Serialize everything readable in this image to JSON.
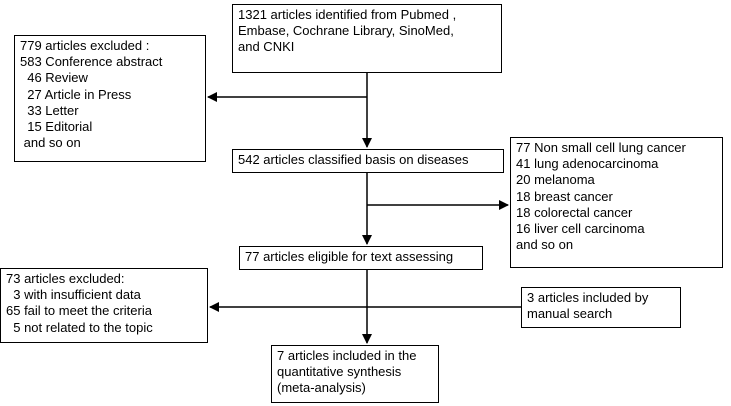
{
  "flowchart": {
    "identified": {
      "lines": [
        "1321 articles identified from Pubmed ,",
        "Embase, Cochrane Library, SinoMed,",
        "and CNKI"
      ]
    },
    "excluded_first": {
      "lines": [
        "779 articles excluded :",
        "583 Conference abstract",
        "  46 Review",
        "  27 Article in Press",
        "  33 Letter",
        "  15 Editorial",
        " and so on"
      ]
    },
    "classified": {
      "lines": [
        "542 articles classified basis on diseases"
      ]
    },
    "diseases": {
      "lines": [
        "77 Non small cell lung cancer",
        "41 lung adenocarcinoma",
        "20 melanoma",
        "18 breast cancer",
        "18 colorectal cancer",
        "16 liver cell carcinoma",
        "and so on"
      ]
    },
    "eligible": {
      "lines": [
        "77 articles eligible for text assessing"
      ]
    },
    "excluded_second": {
      "lines": [
        "73 articles excluded:",
        "  3 with insufficient data",
        "65 fail to meet the criteria",
        "  5 not related to the topic"
      ]
    },
    "manual_search": {
      "lines": [
        "3 articles included by",
        "manual search"
      ]
    },
    "included": {
      "lines": [
        "7 articles included in the",
        "quantitative synthesis",
        "(meta-analysis)"
      ]
    }
  },
  "colors": {
    "stroke": "#000000",
    "background": "#ffffff"
  }
}
